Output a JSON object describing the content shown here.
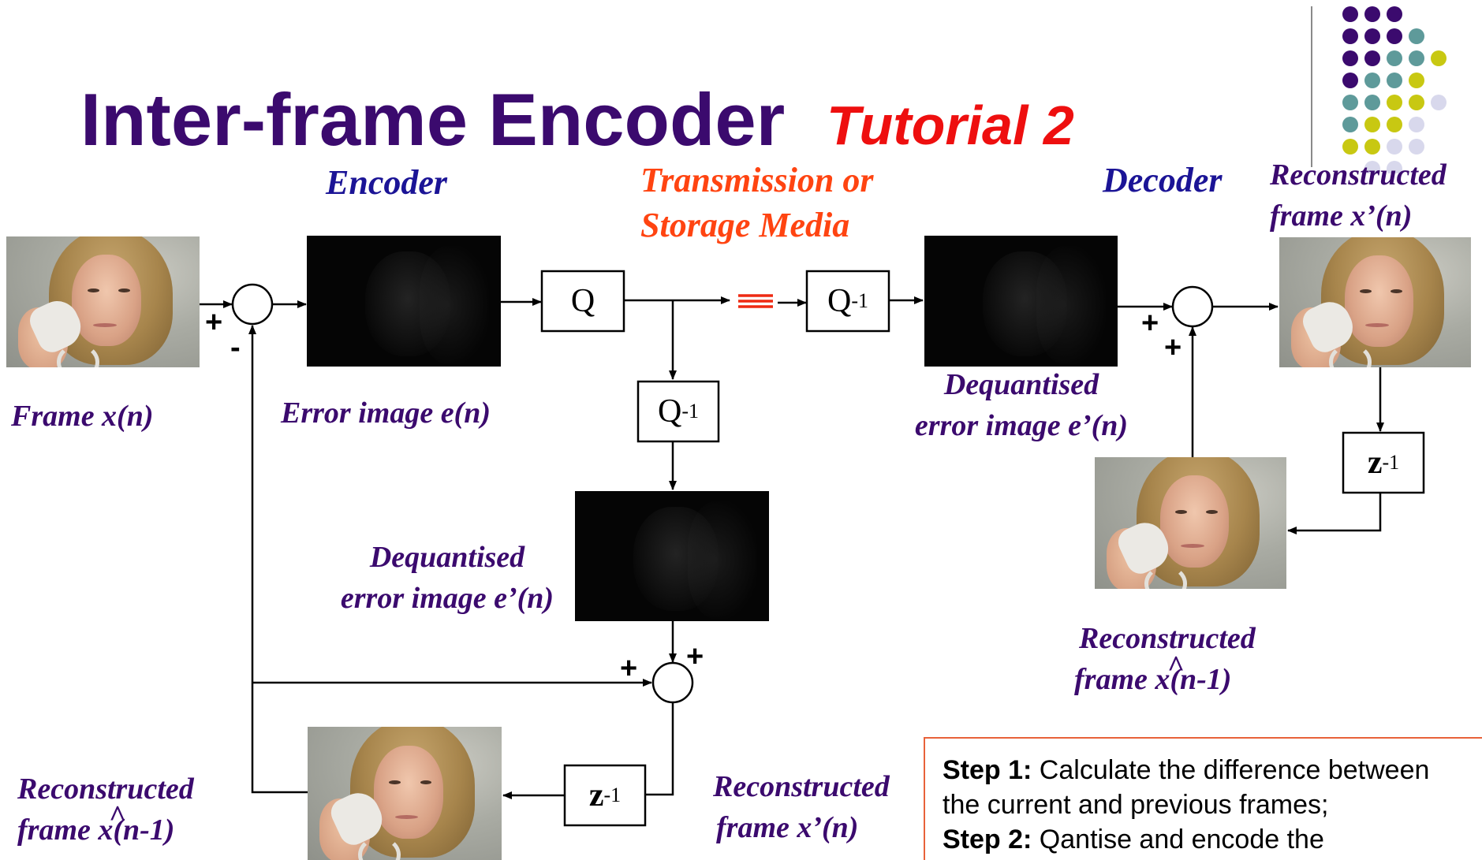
{
  "title": {
    "main": "Inter-frame Encoder",
    "sub": "Tutorial 2"
  },
  "sections": {
    "encoder": "Encoder",
    "transmission_line1": "Transmission or",
    "transmission_line2": "Storage  Media",
    "decoder": "Decoder"
  },
  "labels": {
    "frame_xn": "Frame x(n)",
    "error_image": "Error image e(n)",
    "dequant_top_1": "Dequantised",
    "dequant_top_2": "error image e’(n)",
    "dequant_mid_1": "Dequantised",
    "dequant_mid_2": "error image e’(n)",
    "recon_top_1": "Reconstructed",
    "recon_top_2": "frame x’(n)",
    "recon_dec_1": "Reconstructed",
    "recon_dec_2": "frame x(n-1)",
    "recon_left_1": "Reconstructed",
    "recon_left_2": "frame x(n-1)",
    "recon_bottom_1": "Reconstructed",
    "recon_bottom_2": "frame x’(n)",
    "hat": "^"
  },
  "blocks": {
    "q": "Q",
    "qinv": "Q",
    "qinv_sup": "-1",
    "z": "z",
    "z_sup": "-1"
  },
  "signs": {
    "plus": "+",
    "minus": "-"
  },
  "steps": {
    "step1_label": "Step 1:",
    "step1_text_a": " Calculate the difference between",
    "step1_text_b": "the current and previous frames;",
    "step2_label": "Step 2:",
    "step2_text": " Qantise and encode the"
  },
  "colors": {
    "title": "#3b0a6e",
    "accent": "#ee0f0f",
    "encoder_heading": "#1b1496",
    "transmission_heading": "#ff4411",
    "line": "#000000",
    "step_border": "#e8623a",
    "dot_purple": "#3b0a6e",
    "dot_teal": "#5e9a9a",
    "dot_lime": "#c8c812",
    "dot_lavender": "#d8d8ec"
  }
}
